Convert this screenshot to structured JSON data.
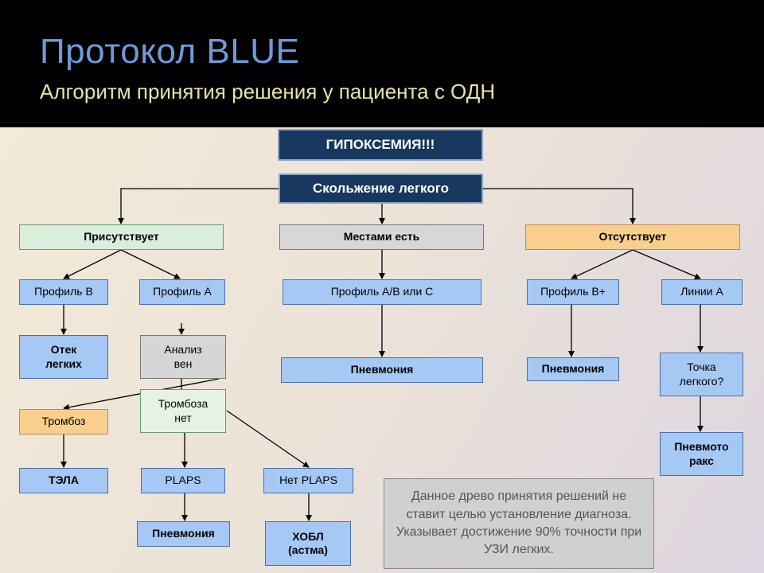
{
  "header": {
    "title": "Протокол BLUE",
    "subtitle": "Алгоритм принятия решения у пациента с ОДН"
  },
  "nodes": {
    "hypoxemia": "ГИПОКСЕМИЯ!!!",
    "lung_sliding": "Скольжение легкого",
    "present": "Присутствует",
    "partly": "Местами есть",
    "absent": "Отсутствует",
    "profile_b": "Профиль B",
    "profile_a": "Профиль А",
    "profile_abc": "Профиль А/В или С",
    "profile_b_plus": "Профиль В+",
    "lines_a": "Линии А",
    "edema_line1": "Отек",
    "edema_line2": "легких",
    "vein_line1": "Анализ",
    "vein_line2": "вен",
    "pneumonia_mid": "Пневмония",
    "pneumonia_right": "Пневмония",
    "lung_point_line1": "Точка",
    "lung_point_line2": "легкого?",
    "thrombosis": "Тромбоз",
    "no_thrombosis_line1": "Тромбоза",
    "no_thrombosis_line2": "нет",
    "pneumothorax_line1": "Пневмото",
    "pneumothorax_line2": "ракс",
    "tela": "ТЭЛА",
    "plaps": "PLAPS",
    "no_plaps": "Нет PLAPS",
    "pneumonia_left": "Пневмония",
    "copd_line1": "ХОБЛ",
    "copd_line2": "(астма)"
  },
  "note": "Данное древо принятия решений не ставит целью установление диагноза. Указывает достижение 90% точности при УЗИ легких."
}
